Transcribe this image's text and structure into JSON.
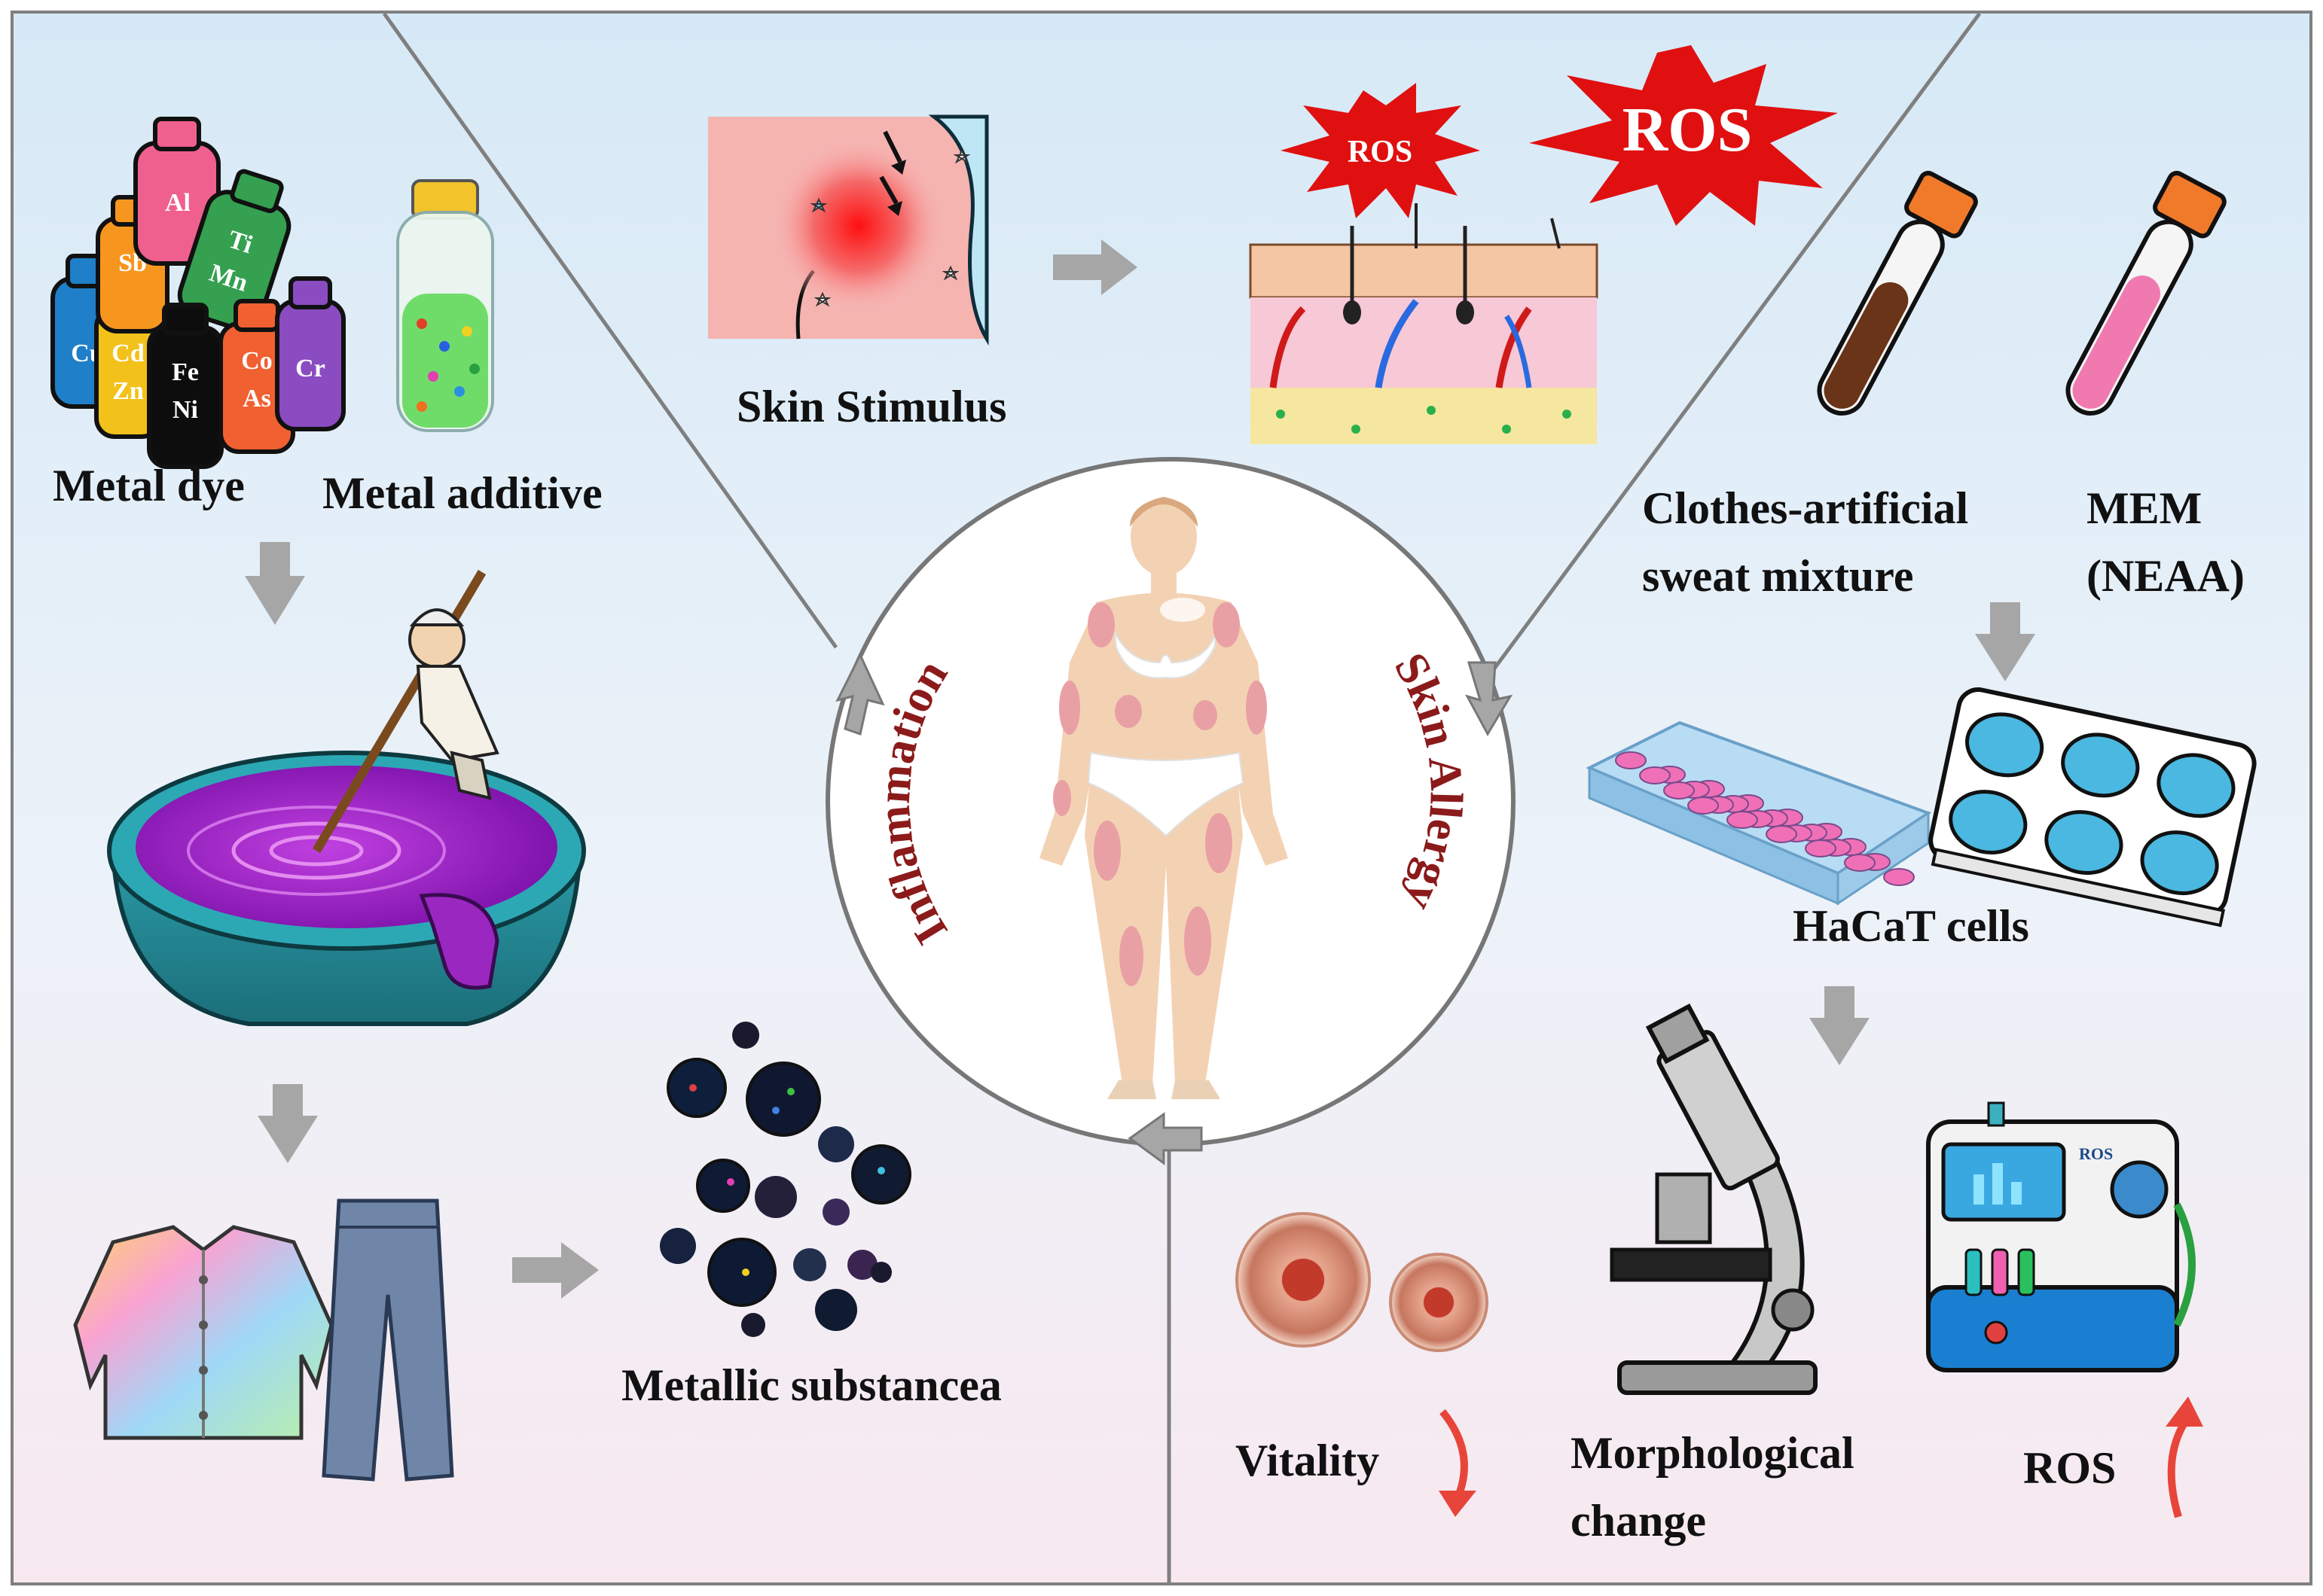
{
  "labels": {
    "metal_dye": "Metal dye",
    "metal_additive": "Metal additive",
    "skin_stimulus": "Skin Stimulus",
    "ros_small": "ROS",
    "ros_big": "ROS",
    "clothes_line1": "Clothes-artificial",
    "clothes_line2": "sweat mixture",
    "mem_line1": "MEM",
    "mem_line2": "(NEAA)",
    "hacat": "HaCaT cells",
    "metallic": "Metallic substancea",
    "vitality": "Vitality",
    "morph_line1": "Morphological",
    "morph_line2": "change",
    "ros_bottom": "ROS",
    "inflammation": "Inflammation",
    "skin_allergy": "Skin Allergy",
    "ros_device_brand": "ROS"
  },
  "metal_bottles": [
    "Al",
    "Ti",
    "Mn",
    "Sb",
    "Cu",
    "Cd",
    "Zn",
    "Fe",
    "Ni",
    "Co",
    "As",
    "Cr"
  ],
  "colors": {
    "title_red": "#8b1a1a",
    "arrow_gray": "#a6a6a6",
    "divider_gray": "#7f7f7f",
    "ros_star": "#e01010",
    "background_top": "#dcecf7",
    "background_bottom": "#f6e9ef"
  }
}
